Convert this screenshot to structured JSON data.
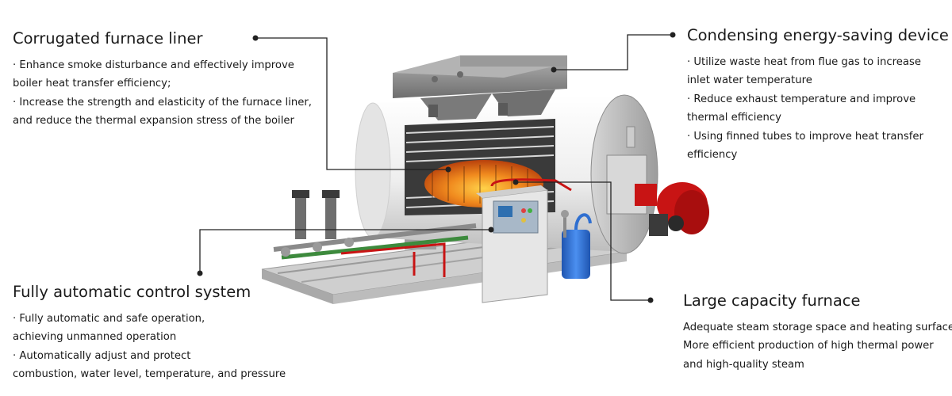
{
  "callouts": {
    "liner": {
      "title": "Corrugated furnace liner",
      "lines": [
        "· Enhance smoke disturbance and effectively improve",
        "boiler heat transfer efficiency;",
        "· Increase the strength and elasticity of the furnace liner,",
        " and reduce the thermal expansion stress of the boiler"
      ]
    },
    "condensing": {
      "title": "Condensing energy-saving device",
      "lines": [
        " · Utilize waste heat from flue gas to increase",
        "inlet water temperature",
        " · Reduce exhaust temperature and improve",
        "thermal efficiency",
        " · Using finned tubes to improve heat transfer",
        "efficiency"
      ]
    },
    "control": {
      "title": "Fully automatic control system",
      "lines": [
        "· Fully automatic and safe operation,",
        "achieving unmanned operation",
        "· Automatically adjust and protect",
        "combustion, water level, temperature, and pressure"
      ]
    },
    "furnace": {
      "title": "Large capacity furnace",
      "lines": [
        "Adequate steam storage space and heating surface",
        "More efficient production of high thermal power",
        "and high-quality steam"
      ]
    }
  },
  "colors": {
    "text": "#1a1a1a",
    "leader": "#222222",
    "shell": "#f2f2f2",
    "economizer": "#8a8a8a",
    "burner": "#c81414",
    "fire": "#f08a1e",
    "tank": "#2f6fd0",
    "frame": "#b9b9b9"
  }
}
